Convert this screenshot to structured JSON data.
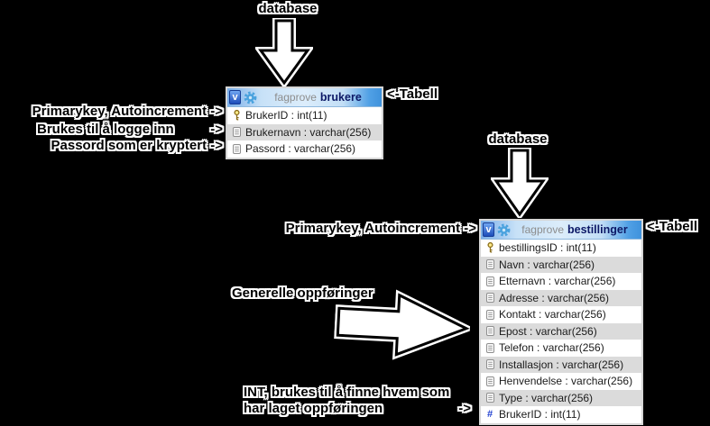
{
  "diagram": {
    "background": "#000000",
    "database_label_top": "database",
    "database_label_bottom": "database",
    "tabell_pointer_top": "<-Tabell",
    "tabell_pointer_bottom": "<-Tabell"
  },
  "annotations": {
    "brukere": {
      "primarykey": "Primarykey, Autoincrement ->",
      "login_label": "Brukes til å logge inn",
      "login_arrow": "->",
      "password": "Passord som er kryptert ->"
    },
    "bestillinger": {
      "primarykey": "Primarykey, Autoincrement ->",
      "general_entries": "Generelle oppføringer",
      "int_note_line1": "INT, brukes til å finne hvem som",
      "int_note_line2": "har laget oppføringen",
      "int_note_arrow": "->"
    }
  },
  "glyphs": {
    "toggle_v": "v",
    "hash": "#"
  },
  "icons": {
    "header": [
      "table-toggle-v-icon",
      "gear-icon"
    ],
    "rows": {
      "primary_key": "key-icon",
      "field": "notes-icon",
      "integer": "hash-icon"
    }
  },
  "colors": {
    "header_gradient_left": "#79aee9",
    "header_gradient_mid": "#dcedfb",
    "header_gradient_right": "#3f92dc",
    "table_name": "#0c1866",
    "schema_text": "#8d8d8d",
    "row_alt_bg": "#dbdbdb",
    "key_icon_gold": "#ffec8a",
    "hash_icon_blue": "#1f3fd0",
    "arrow_fill": "#ffffff",
    "arrow_outline": "#000000"
  },
  "tables": [
    {
      "schema": "fagprove",
      "name": "brukere",
      "rows": [
        {
          "icon": "key-icon",
          "text": "BrukerID : int(11)"
        },
        {
          "icon": "notes-icon",
          "text": "Brukernavn : varchar(256)"
        },
        {
          "icon": "notes-icon",
          "text": "Passord : varchar(256)"
        }
      ]
    },
    {
      "schema": "fagprove",
      "name": "bestillinger",
      "rows": [
        {
          "icon": "key-icon",
          "text": "bestillingsID : int(11)"
        },
        {
          "icon": "notes-icon",
          "text": "Navn : varchar(256)"
        },
        {
          "icon": "notes-icon",
          "text": "Etternavn : varchar(256)"
        },
        {
          "icon": "notes-icon",
          "text": "Adresse : varchar(256)"
        },
        {
          "icon": "notes-icon",
          "text": "Kontakt : varchar(256)"
        },
        {
          "icon": "notes-icon",
          "text": "Epost : varchar(256)"
        },
        {
          "icon": "notes-icon",
          "text": "Telefon : varchar(256)"
        },
        {
          "icon": "notes-icon",
          "text": "Installasjon : varchar(256)"
        },
        {
          "icon": "notes-icon",
          "text": "Henvendelse : varchar(256)"
        },
        {
          "icon": "notes-icon",
          "text": "Type : varchar(256)"
        },
        {
          "icon": "hash-icon",
          "text": "BrukerID : int(11)"
        }
      ]
    }
  ]
}
